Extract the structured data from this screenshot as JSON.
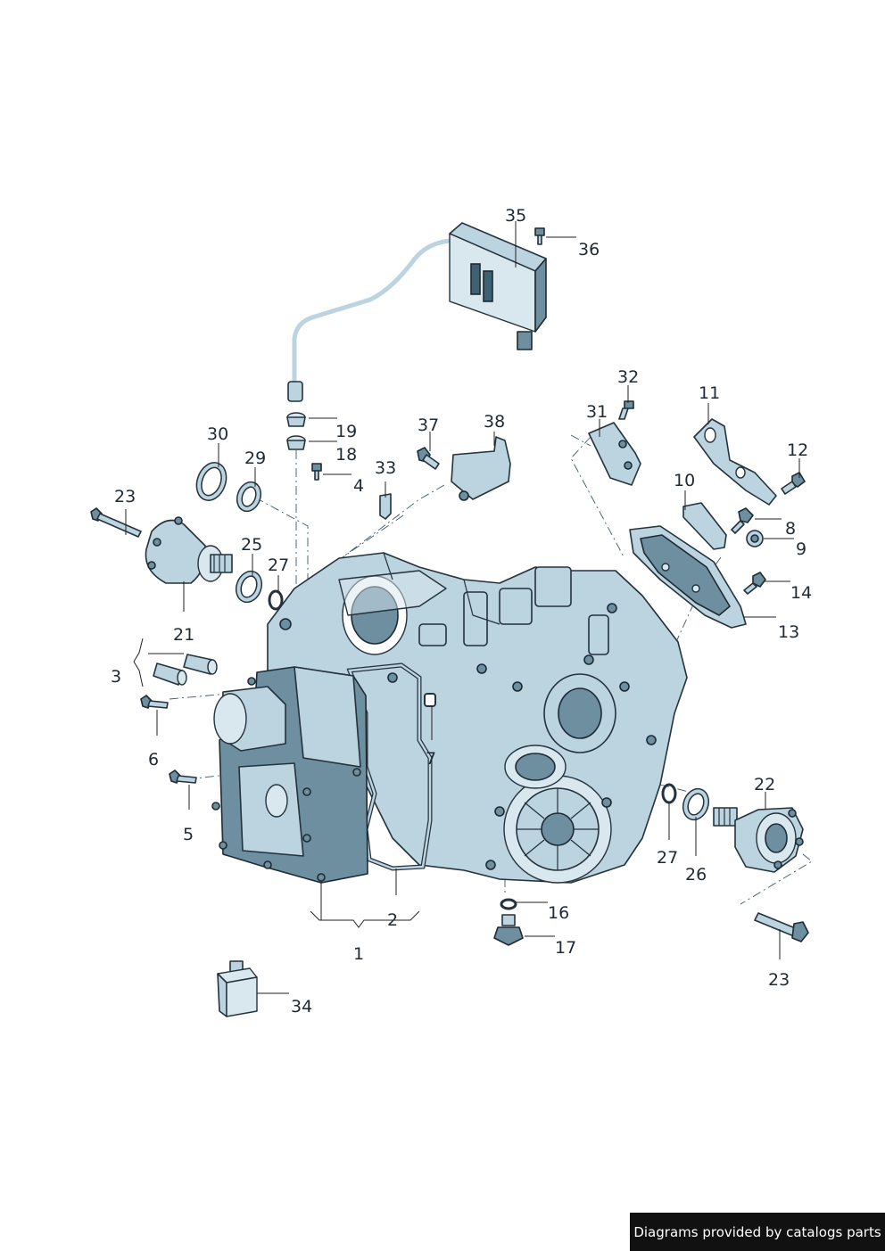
{
  "footer": {
    "text": "Diagrams provided by catalogs parts"
  },
  "callouts": {
    "c1": "1",
    "c2": "2",
    "c3": "3",
    "c4": "4",
    "c5": "5",
    "c6": "6",
    "c7": "7",
    "c8": "8",
    "c9": "9",
    "c10": "10",
    "c11": "11",
    "c12": "12",
    "c13": "13",
    "c14": "14",
    "c16": "16",
    "c17": "17",
    "c18": "18",
    "c19": "19",
    "c21": "21",
    "c22": "22",
    "c23a": "23",
    "c23b": "23",
    "c25": "25",
    "c26": "26",
    "c27a": "27",
    "c27b": "27",
    "c29": "29",
    "c30": "30",
    "c31": "31",
    "c32": "32",
    "c33": "33",
    "c34": "34",
    "c35": "35",
    "c36": "36",
    "c37": "37",
    "c38": "38"
  }
}
